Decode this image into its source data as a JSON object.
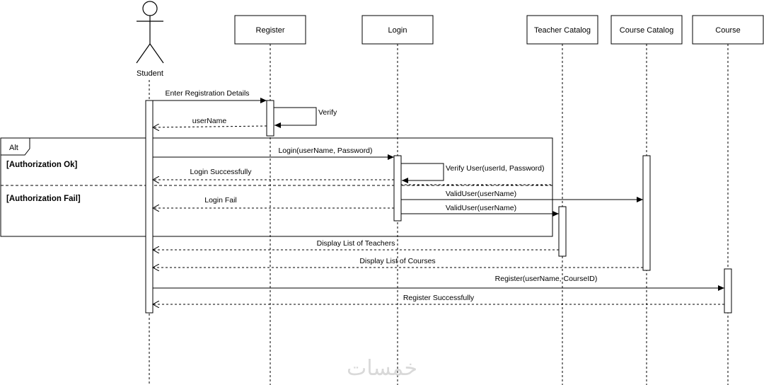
{
  "actor": {
    "label": "Student"
  },
  "participants": [
    {
      "id": "register",
      "label": "Register"
    },
    {
      "id": "login",
      "label": "Login"
    },
    {
      "id": "teacher_catalog",
      "label": "Teacher Catalog"
    },
    {
      "id": "course_catalog",
      "label": "Course Catalog"
    },
    {
      "id": "course",
      "label": "Course"
    }
  ],
  "messages": [
    {
      "id": "m1",
      "label": "Enter Registration Details",
      "type": "sync"
    },
    {
      "id": "m2",
      "label": "Verify",
      "type": "self"
    },
    {
      "id": "m3",
      "label": "userName",
      "type": "return"
    },
    {
      "id": "m4",
      "label": "Login(userName, Password)",
      "type": "sync"
    },
    {
      "id": "m5",
      "label": "Verify User(userId, Password)",
      "type": "self"
    },
    {
      "id": "m6",
      "label": "Login Successfully",
      "type": "return"
    },
    {
      "id": "m7",
      "label": "ValidUser(userName)",
      "type": "sync"
    },
    {
      "id": "m8",
      "label": "Login Fail",
      "type": "return"
    },
    {
      "id": "m9",
      "label": "ValidUser(userName)",
      "type": "sync"
    },
    {
      "id": "m10",
      "label": "Display List of Teachers",
      "type": "return"
    },
    {
      "id": "m11",
      "label": "Display List of Courses",
      "type": "return"
    },
    {
      "id": "m12",
      "label": "Register(userName, CourseID)",
      "type": "sync"
    },
    {
      "id": "m13",
      "label": "Register Successfully",
      "type": "return"
    }
  ],
  "fragment": {
    "operator": "Alt",
    "guards": [
      "[Authorization Ok]",
      "[Authorization Fail]"
    ]
  },
  "watermark": "خمسات"
}
